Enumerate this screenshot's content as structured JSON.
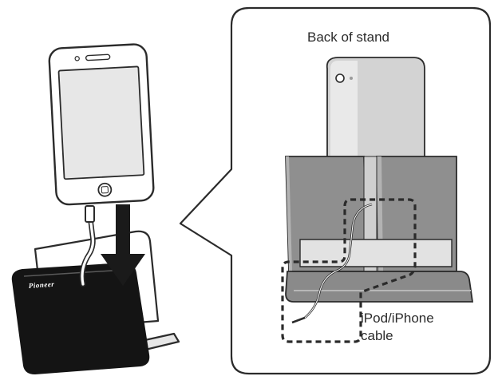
{
  "callout": {
    "title": "Back of stand",
    "cable_label_line1": "iPod/iPhone",
    "cable_label_line2": "cable"
  },
  "stand": {
    "brand_logo": "Pioneer"
  },
  "colors": {
    "outline": "#2b2b2b",
    "panel_gray": "#8e8e8e",
    "panel_dark": "#6f6f6f",
    "light_gray": "#d9d9d9",
    "arrow": "#1a1a1a"
  }
}
